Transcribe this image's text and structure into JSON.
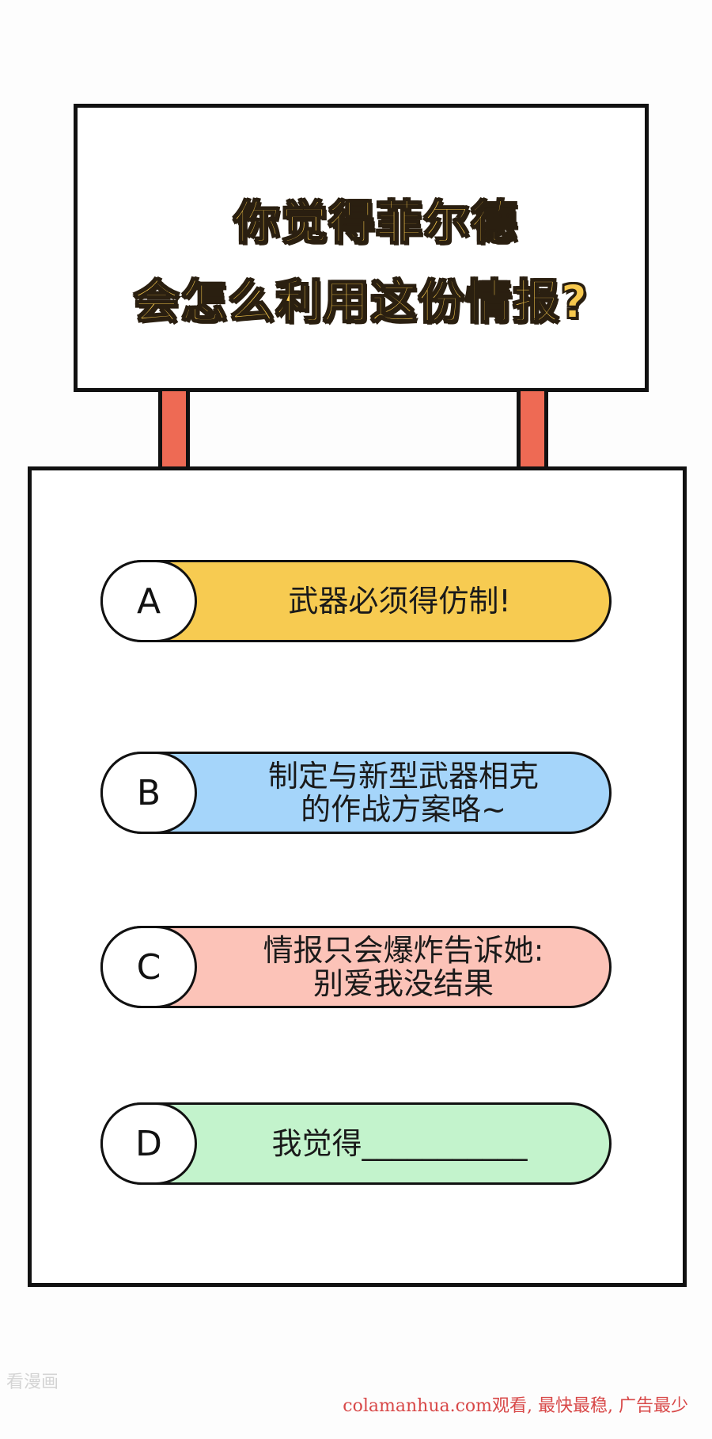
{
  "question": {
    "line1": "你觉得菲尔德",
    "line2": "会怎么利用这份情报?"
  },
  "options": [
    {
      "letter": "A",
      "lines": [
        "武器必须得仿制!"
      ],
      "color": "#f7cb51"
    },
    {
      "letter": "B",
      "lines": [
        "制定与新型武器相克",
        "的作战方案咯~"
      ],
      "color": "#a5d5fa"
    },
    {
      "letter": "C",
      "lines": [
        "情报只会爆炸告诉她:",
        "别爱我没结果"
      ],
      "color": "#fcc3b8"
    },
    {
      "letter": "D",
      "lines": [
        "我觉得___________"
      ],
      "color": "#c3f3cc"
    }
  ],
  "footer": {
    "watermark": "看漫画",
    "site_notice": "colamanhua.com观看, 最快最稳, 广告最少"
  },
  "colors": {
    "title_fill": "#f7c84d",
    "post": "#ee6a54"
  }
}
